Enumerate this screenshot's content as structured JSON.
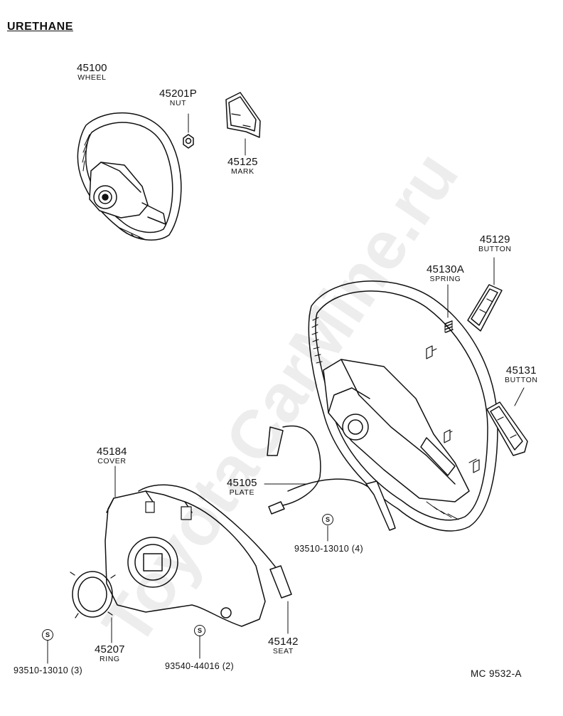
{
  "header": {
    "title": "URETHANE"
  },
  "watermark": "ToyotaCarMine.ru",
  "diagram_code": "MC  9532-A",
  "standard_part_symbol": "S",
  "parts": [
    {
      "number": "45100",
      "name": "WHEEL"
    },
    {
      "number": "45201P",
      "name": "NUT"
    },
    {
      "number": "45125",
      "name": "MARK"
    },
    {
      "number": "45129",
      "name": "BUTTON"
    },
    {
      "number": "45130A",
      "name": "SPRING"
    },
    {
      "number": "45131",
      "name": "BUTTON"
    },
    {
      "number": "45184",
      "name": "COVER"
    },
    {
      "number": "45105",
      "name": "PLATE"
    },
    {
      "number": "45142",
      "name": "SEAT"
    },
    {
      "number": "45207",
      "name": "RING"
    }
  ],
  "standard_parts": [
    {
      "ref": "93510-13010 (4)"
    },
    {
      "ref": "93510-13010 (3)"
    },
    {
      "ref": "93540-44016 (2)"
    }
  ],
  "colors": {
    "ink": "#111111",
    "paper": "#ffffff"
  }
}
